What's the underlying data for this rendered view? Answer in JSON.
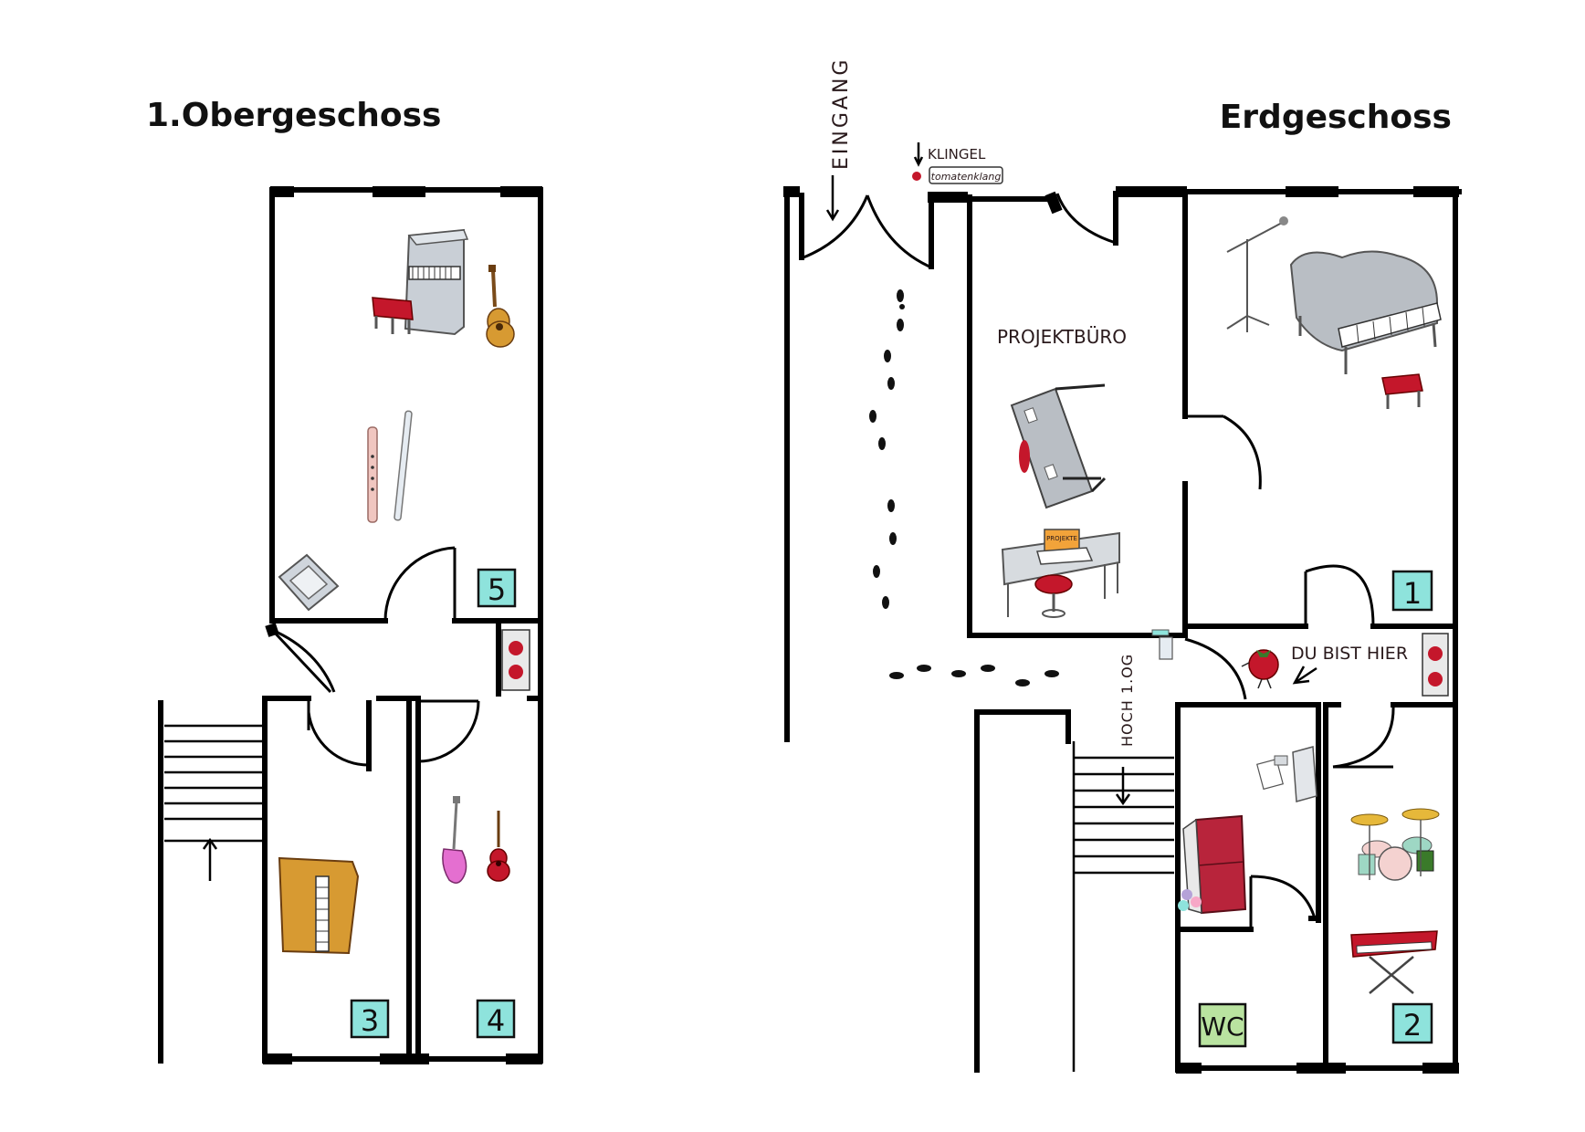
{
  "floors": {
    "upper": {
      "title": "1.Obergeschoss"
    },
    "ground": {
      "title": "Erdgeschoss"
    }
  },
  "labels": {
    "entrance": "EINGANG",
    "bell": "KLINGEL",
    "bell_sign": "tomatenklang",
    "project_office": "PROJEKTBÜRO",
    "you_are_here": "DU BIST HIER",
    "upstairs": "HOCH 1.OG",
    "laptop_sticker": "PROJEKTE"
  },
  "rooms": {
    "r1": "1",
    "r2": "2",
    "r3": "3",
    "r4": "4",
    "r5": "5",
    "wc": "WC"
  },
  "colors": {
    "room_badge": "#8ee3dc",
    "wc_badge": "#b9e3a0",
    "accent_red": "#c4172b",
    "instrument_grey": "#b9bec4",
    "wood": "#d79a32"
  },
  "icons": [
    "upright-piano-icon",
    "guitar-icon",
    "piano-bench-icon",
    "recorder-icon",
    "flute-icon",
    "armchair-icon",
    "light-switch-icon",
    "electric-guitar-icon",
    "ukulele-icon",
    "wooden-piano-icon",
    "microphone-stand-icon",
    "grand-piano-icon",
    "desk-icon",
    "laptop-icon",
    "stool-icon",
    "footprints-icon",
    "tomato-mascot-icon",
    "drum-kit-icon",
    "keyboard-icon",
    "fridge-icon",
    "coffee-machine-icon",
    "doorbell-icon"
  ]
}
